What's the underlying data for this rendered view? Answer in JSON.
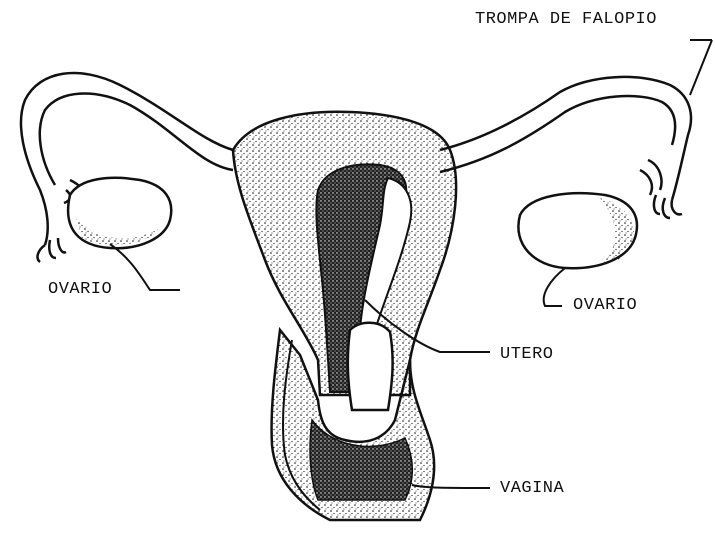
{
  "labels": {
    "fallopian_tube": "TROMPA DE FALOPIO",
    "ovary_left": "OVARIO",
    "ovary_right": "OVARIO",
    "uterus": "UTERO",
    "vagina": "VAGINA"
  },
  "colors": {
    "ink": "#111111",
    "paper": "#ffffff"
  }
}
